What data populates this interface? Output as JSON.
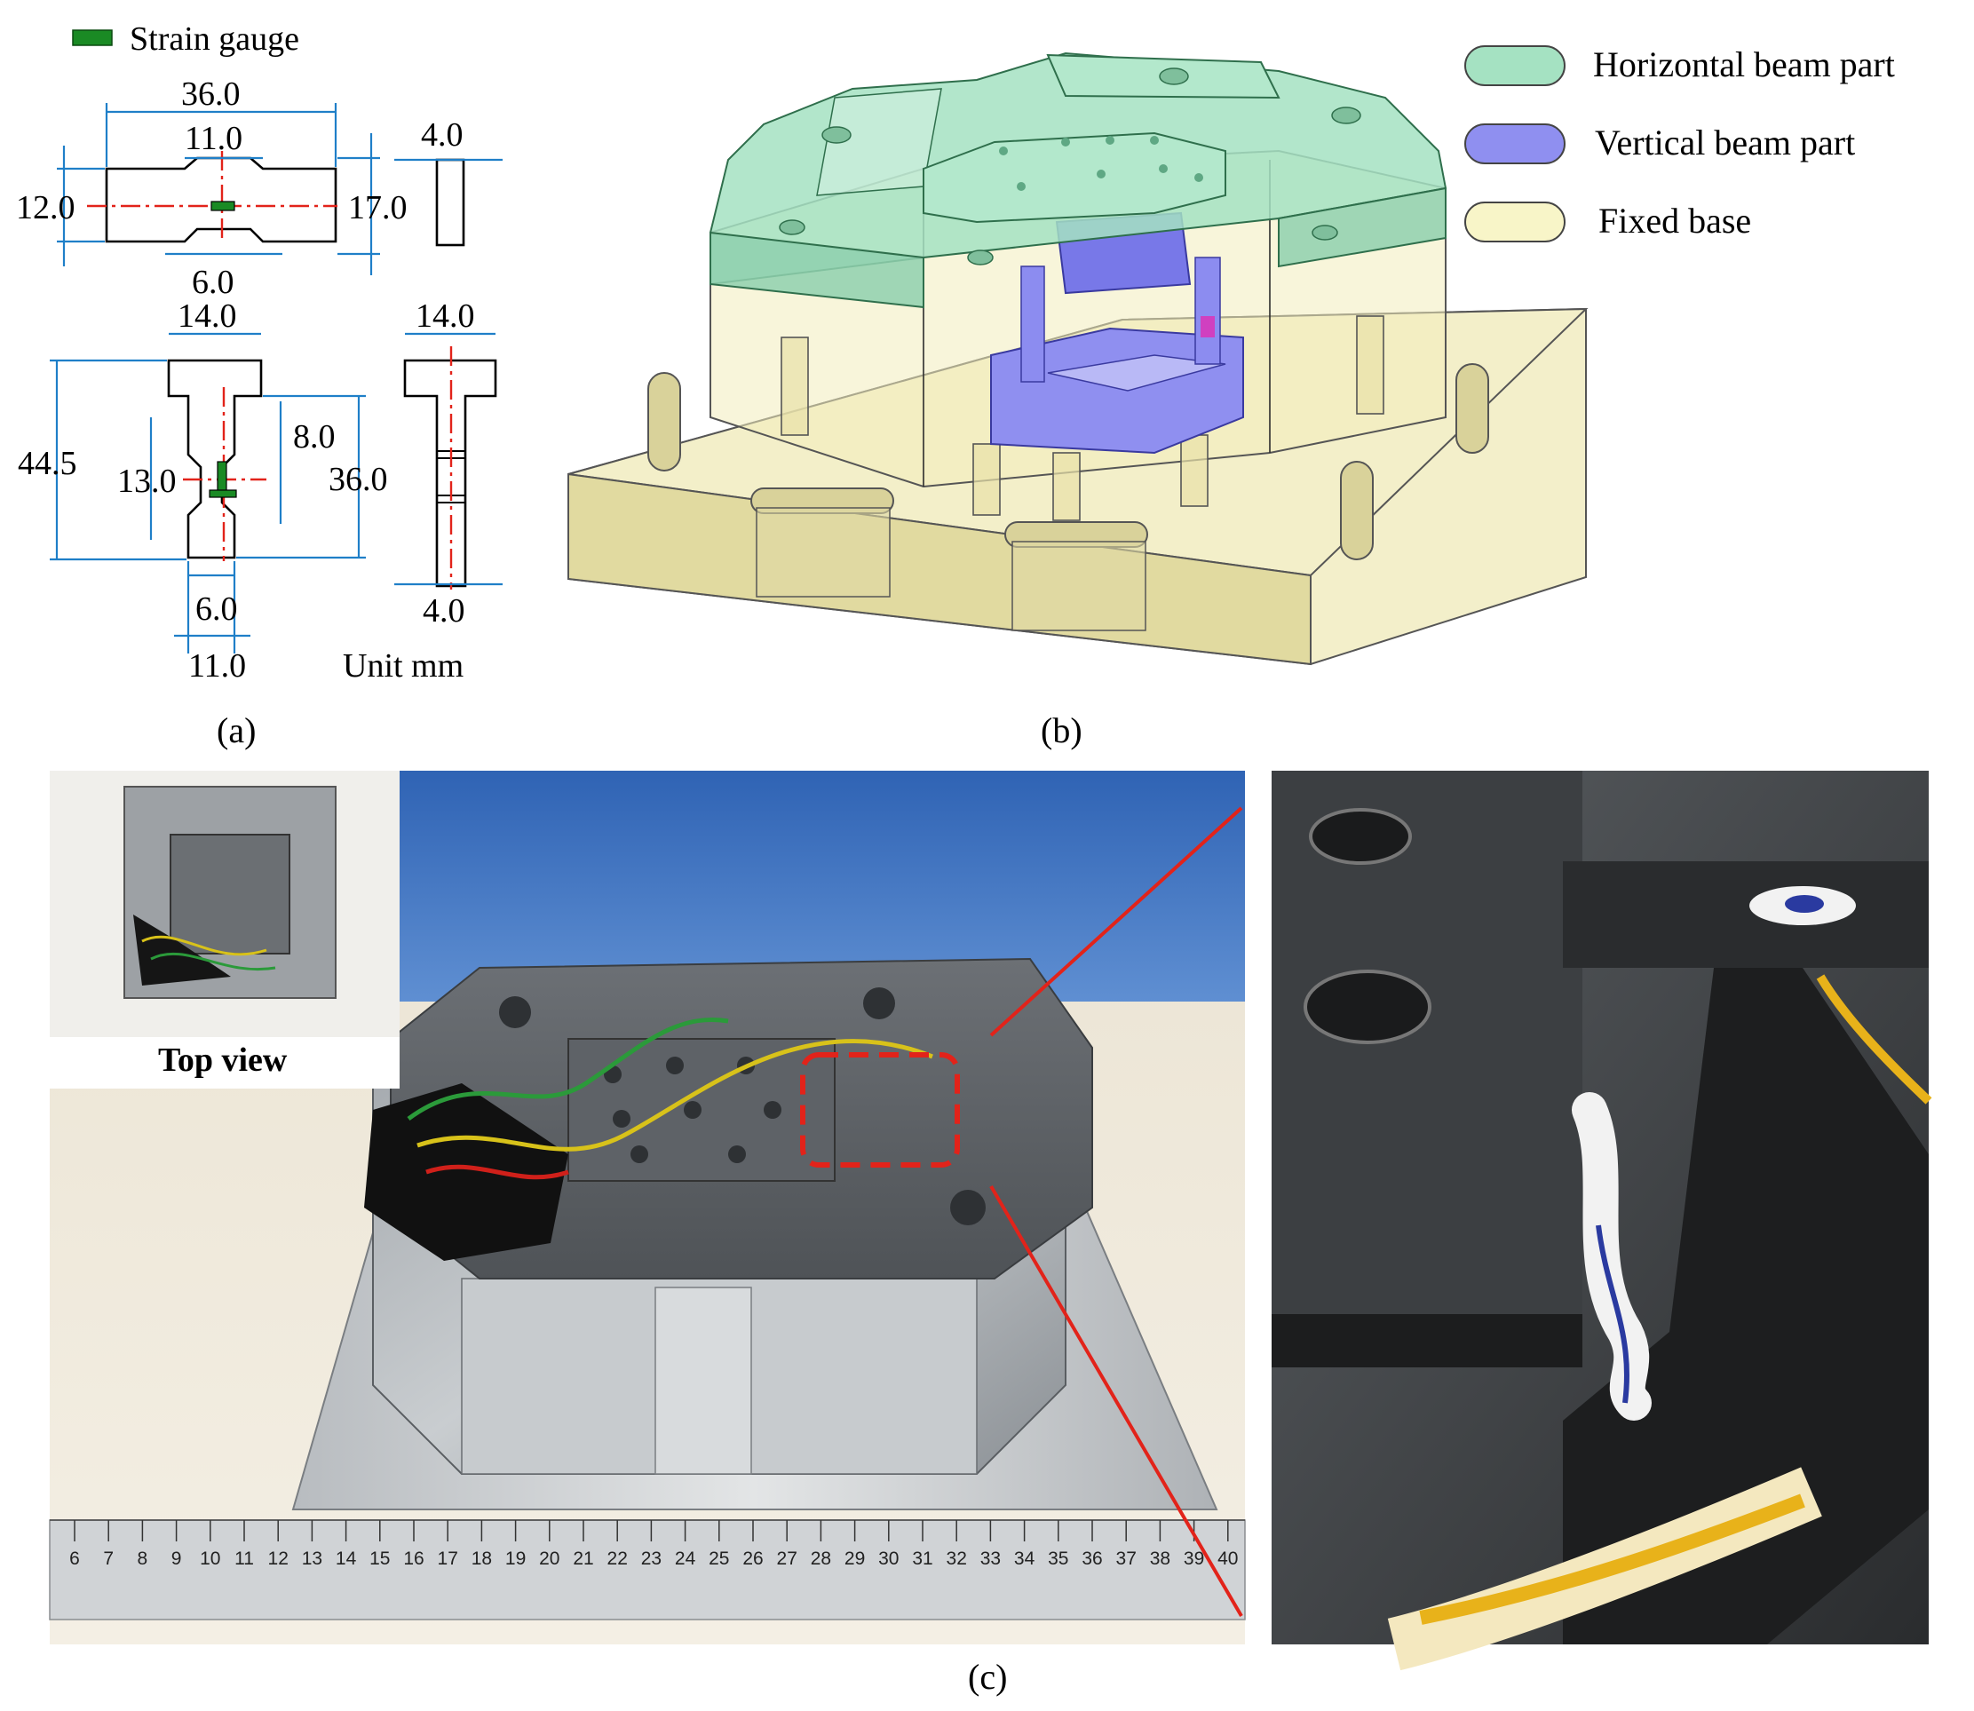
{
  "panel_a": {
    "legend_strain_gauge": "Strain gauge",
    "top_specimen": {
      "length": "36.0",
      "neck_length": "11.0",
      "left_height": "12.0",
      "right_height": "17.0",
      "neck_width": "6.0",
      "side_thickness": "4.0"
    },
    "bottom_specimen": {
      "head_width": "14.0",
      "total_height": "44.5",
      "gauge_height": "8.0",
      "gauge_offset": "13.0",
      "body_height": "36.0",
      "neck_width": "6.0",
      "base_width": "11.0",
      "side_width": "14.0",
      "side_thickness": "4.0"
    },
    "unit": "Unit mm",
    "caption": "(a)"
  },
  "panel_b": {
    "legend": [
      {
        "label": "Horizontal beam part",
        "color": "#a5e2c2"
      },
      {
        "label": "Vertical beam part",
        "color": "#8f8ff0"
      },
      {
        "label": "Fixed base",
        "color": "#f8f5c8"
      }
    ],
    "caption": "(b)"
  },
  "panel_c": {
    "inset_label": "Top view",
    "ruler_ticks": [
      "6",
      "7",
      "8",
      "9",
      "10",
      "11",
      "12",
      "13",
      "14",
      "15",
      "16",
      "17",
      "18",
      "19",
      "20",
      "21",
      "22",
      "23",
      "24",
      "25",
      "26",
      "27",
      "28",
      "29",
      "30",
      "31",
      "32",
      "33",
      "34",
      "35",
      "36",
      "37",
      "38",
      "39",
      "40"
    ],
    "highlight_color": "#e2231a",
    "caption": "(c)"
  }
}
